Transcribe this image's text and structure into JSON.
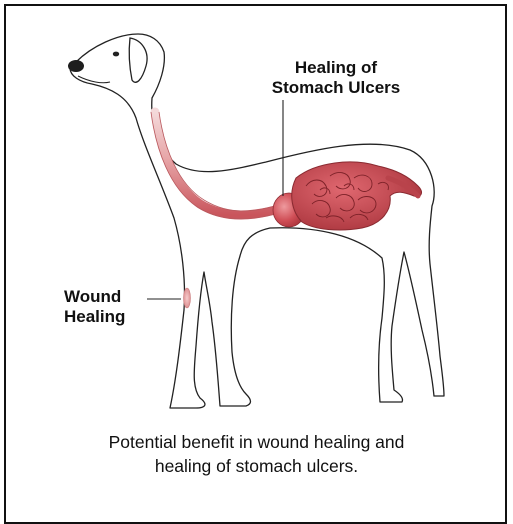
{
  "labels": {
    "stomach_line1": "Healing of",
    "stomach_line2": "Stomach Ulcers",
    "wound_line1": "Wound",
    "wound_line2": "Healing"
  },
  "caption": {
    "line1": "Potential benefit in wound healing and",
    "line2": "healing of stomach ulcers."
  },
  "colors": {
    "organ": "#c0404a",
    "organ_light": "#e5999c",
    "outline": "#222222"
  }
}
